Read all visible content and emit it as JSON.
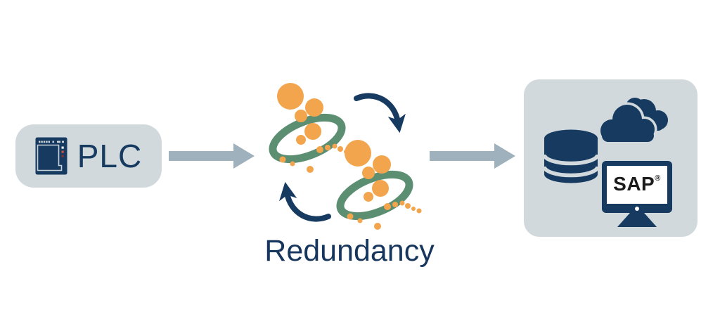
{
  "title": "Redundancy",
  "nodes": {
    "plc": {
      "label": "PLC"
    },
    "enterprise": {
      "sap_label": "SAP",
      "sap_registered": "®"
    }
  },
  "icons": {
    "plc_device": "plc-device-icon",
    "flow_arrow_left": "right-arrow-icon",
    "flow_arrow_right": "right-arrow-icon",
    "redundancy_cycle": "two data-stream rings with circular cycle arrows",
    "database": "database-cylinder-icon",
    "cloud": "double-cloud-icon",
    "sap_monitor": "desktop-monitor-icon"
  },
  "colors": {
    "navy": "#163a60",
    "text_navy": "#17365d",
    "green": "#5c8e71",
    "orange": "#f2a54d",
    "arrow_gray": "#9fb1bd",
    "node_bg": "#d2d9dd",
    "background": "#ffffff",
    "sap_text": "#1b1b1b",
    "led_white": "#f2f4f5",
    "led_red": "#d9553a",
    "led_dark_red": "#8a2f2f"
  }
}
